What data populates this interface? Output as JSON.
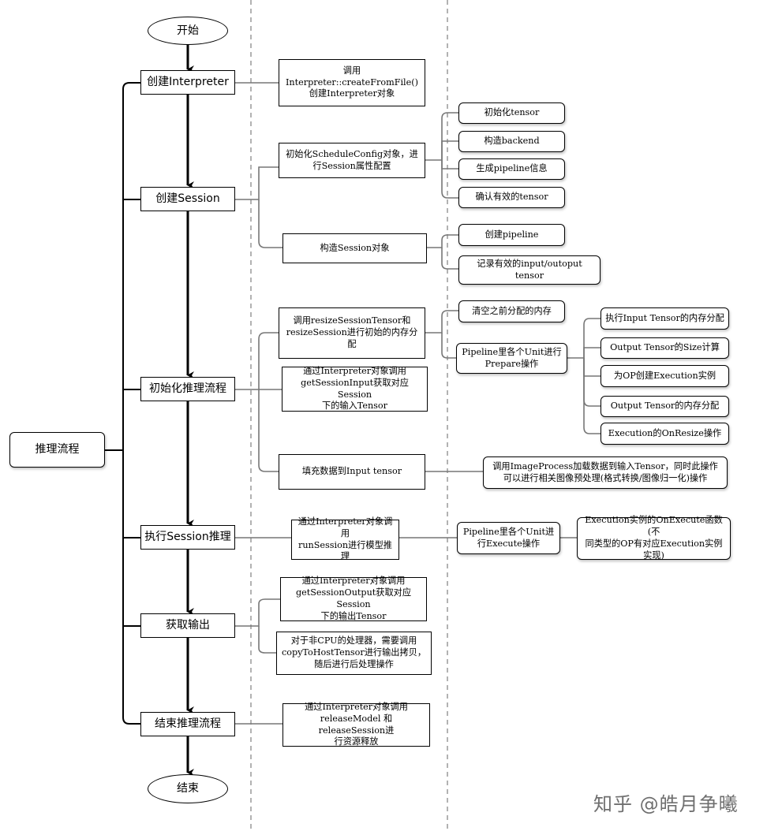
{
  "flow": {
    "start": "开始",
    "create_interpreter": "创建Interpreter",
    "create_session": "创建Session",
    "init_inference": "初始化推理流程",
    "run_session": "执行Session推理",
    "get_output": "获取输出",
    "end_inference": "结束推理流程",
    "end": "结束",
    "root": "推理流程"
  },
  "steps": {
    "create_from_file": "调用Interpreter::createFromFile()\n创建Interpreter对象",
    "schedule_config": "初始化ScheduleConfig对象，进\n行Session属性配置",
    "construct_session": "构造Session对象",
    "resize_session": "调用resizeSessionTensor和\nresizeSession进行初始的内存分\n配",
    "get_session_input": "通过Interpreter对象调用\ngetSessionInput获取对应Session\n下的输入Tensor",
    "fill_input": "填充数据到Input tensor",
    "run_session_call": "通过Interpreter对象调用\nrunSession进行模型推理",
    "get_session_output": "通过Interpreter对象调用\ngetSessionOutput获取对应Session\n下的输出Tensor",
    "copy_to_host": "对于非CPU的处理器，需要调用\ncopyToHostTensor进行输出拷贝，\n随后进行后处理操作",
    "release": "通过Interpreter对象调用\nreleaseModel 和 releaseSession进\n行资源释放"
  },
  "details": {
    "init_tensor": "初始化tensor",
    "construct_backend": "构造backend",
    "gen_pipeline_info": "生成pipeline信息",
    "confirm_tensor": "确认有效的tensor",
    "create_pipeline": "创建pipeline",
    "record_tensor": "记录有效的input/outoput tensor",
    "clear_memory": "清空之前分配的内存",
    "pipeline_prepare": "Pipeline里各个Unit进行\nPrepare操作",
    "image_process": "调用ImageProcess加载数据到输入Tensor，同时此操作\n可以进行相关图像预处理(格式转换/图像归一化)操作",
    "pipeline_execute": "Pipeline里各个Unit进\n行Execute操作"
  },
  "subdetails": {
    "input_alloc": "执行Input Tensor的内存分配",
    "output_size": "Output Tensor的Size计算",
    "create_execution": "为OP创建Execution实例",
    "output_alloc": "Output Tensor的内存分配",
    "on_resize": "Execution的OnResize操作",
    "on_execute": "Execution实例的OnExecute函数(不\n同类型的OP有对应Execution实例\n实现)"
  },
  "watermark": "知乎 @皓月争曦"
}
